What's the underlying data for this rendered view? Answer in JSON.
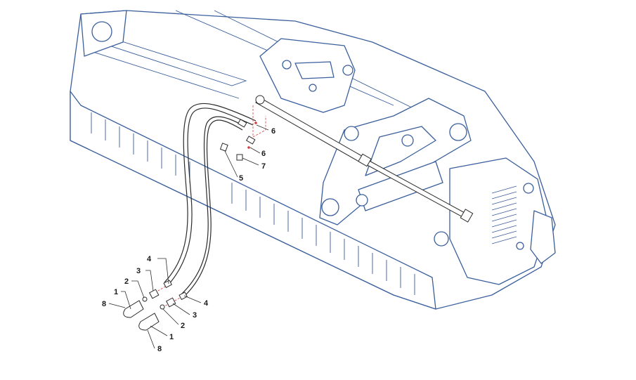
{
  "callouts": {
    "c1_top": "1",
    "c1_bottom": "1",
    "c2_top": "2",
    "c2_bottom": "2",
    "c3_top": "3",
    "c3_bottom": "3",
    "c4_top": "4",
    "c4_bottom": "4",
    "c5": "5",
    "c6_top": "6",
    "c6_mid": "6",
    "c7": "7",
    "c8_top": "8",
    "c8_bottom": "8"
  },
  "colors": {
    "machine_outline": "#3a5f9c",
    "hose": "#2b2b2b",
    "guide": "#d43c3c"
  }
}
